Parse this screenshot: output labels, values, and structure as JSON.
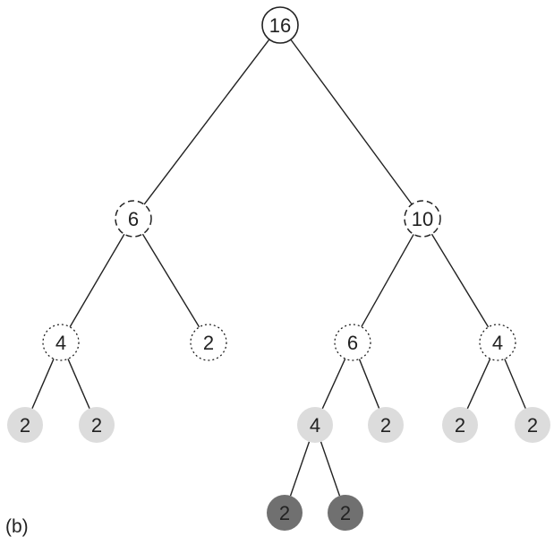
{
  "caption": "(b)",
  "colors": {
    "edge": "#222222",
    "stroke": "#222222",
    "root_fill": "#ffffff",
    "leaf_light_fill": "#dcdcdc",
    "leaf_dark_fill": "#707070",
    "label_on_light": "#222222",
    "label_on_dark": "#1a1a1a"
  },
  "tree": {
    "nodes": [
      {
        "id": "n16",
        "label": "16",
        "style": "solid"
      },
      {
        "id": "n6a",
        "label": "6",
        "style": "dashed"
      },
      {
        "id": "n10",
        "label": "10",
        "style": "dashed"
      },
      {
        "id": "n4a",
        "label": "4",
        "style": "dotted"
      },
      {
        "id": "n2a",
        "label": "2",
        "style": "dotted"
      },
      {
        "id": "n6b",
        "label": "6",
        "style": "dotted"
      },
      {
        "id": "n4b",
        "label": "4",
        "style": "dotted"
      },
      {
        "id": "l1",
        "label": "2",
        "style": "light"
      },
      {
        "id": "l2",
        "label": "2",
        "style": "light"
      },
      {
        "id": "n4c",
        "label": "4",
        "style": "light"
      },
      {
        "id": "l3",
        "label": "2",
        "style": "light"
      },
      {
        "id": "l4",
        "label": "2",
        "style": "light"
      },
      {
        "id": "l5",
        "label": "2",
        "style": "light"
      },
      {
        "id": "d1",
        "label": "2",
        "style": "dark"
      },
      {
        "id": "d2",
        "label": "2",
        "style": "dark"
      }
    ],
    "edges": [
      [
        "n16",
        "n6a"
      ],
      [
        "n16",
        "n10"
      ],
      [
        "n6a",
        "n4a"
      ],
      [
        "n6a",
        "n2a"
      ],
      [
        "n10",
        "n6b"
      ],
      [
        "n10",
        "n4b"
      ],
      [
        "n4a",
        "l1"
      ],
      [
        "n4a",
        "l2"
      ],
      [
        "n6b",
        "n4c"
      ],
      [
        "n6b",
        "l3"
      ],
      [
        "n4b",
        "l4"
      ],
      [
        "n4b",
        "l5"
      ],
      [
        "n4c",
        "d1"
      ],
      [
        "n4c",
        "d2"
      ]
    ]
  }
}
